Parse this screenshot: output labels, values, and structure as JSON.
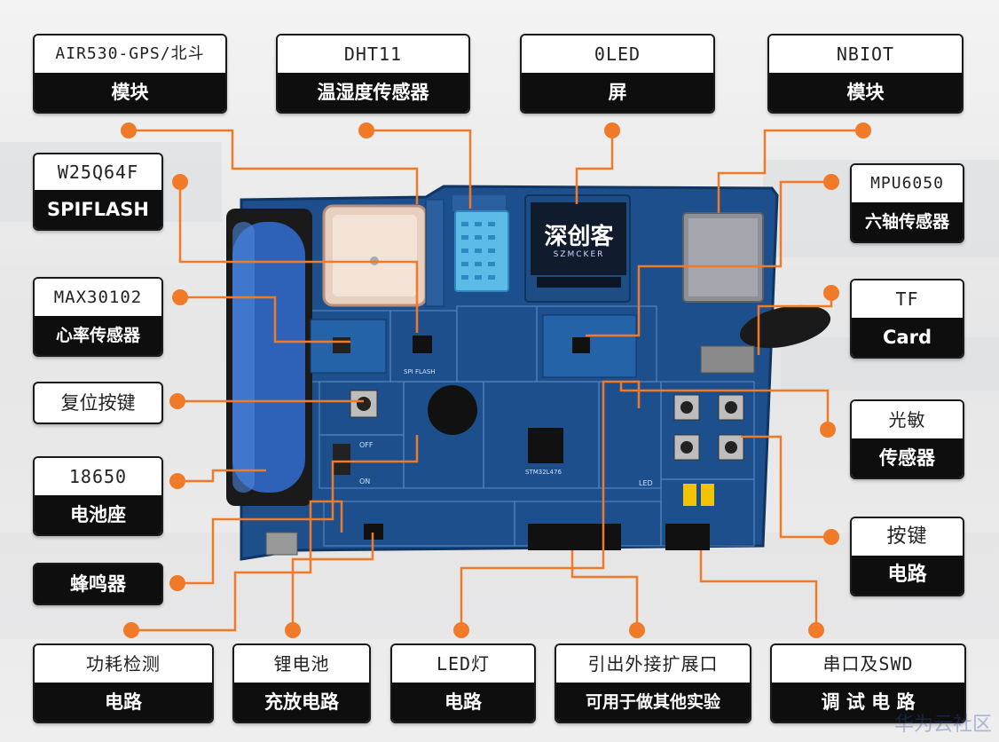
{
  "labels": {
    "gps": {
      "top": "AIR530-GPS/北斗",
      "bottom": "模块"
    },
    "dht11": {
      "top": "DHT11",
      "bottom": "温湿度传感器"
    },
    "oled": {
      "top": "0LED",
      "bottom": "屏"
    },
    "nbiot": {
      "top": "NBIOT",
      "bottom": "模块"
    },
    "w25q64f": {
      "top": "W25Q64F",
      "bottom": "SPIFLASH"
    },
    "mpu6050": {
      "top": "MPU6050",
      "bottom": "六轴传感器"
    },
    "max30102": {
      "top": "MAX30102",
      "bottom": "心率传感器"
    },
    "tf": {
      "top": "TF",
      "bottom": "Card"
    },
    "reset": {
      "text": "复位按键"
    },
    "light": {
      "top": "光敏",
      "bottom": "传感器"
    },
    "battery_holder": {
      "top": "18650",
      "bottom": "电池座"
    },
    "keys": {
      "top": "按键",
      "bottom": "电路"
    },
    "buzzer": {
      "text": "蜂鸣器"
    },
    "power": {
      "top": "功耗检测",
      "bottom": "电路"
    },
    "charge": {
      "top": "锂电池",
      "bottom": "充放电路"
    },
    "led": {
      "top": "LED灯",
      "bottom": "电路"
    },
    "expansion": {
      "top": "引出外接扩展口",
      "bottom": "可用于做其他实验"
    },
    "serial": {
      "top": "串口及SWD",
      "bottom": "调 试 电 路"
    }
  },
  "board": {
    "oled_logo": "深创客",
    "oled_sub": "SZMCKER",
    "silk_spi": "SPI FLASH",
    "silk_off": "OFF",
    "silk_on": "ON",
    "silk_led": "LED",
    "silk_mcu": "STM32L476"
  },
  "watermark": "华为云社区",
  "colors": {
    "accent": "#f07a28",
    "pcb": "#1c4f8c",
    "battery": "#2d62b8"
  }
}
